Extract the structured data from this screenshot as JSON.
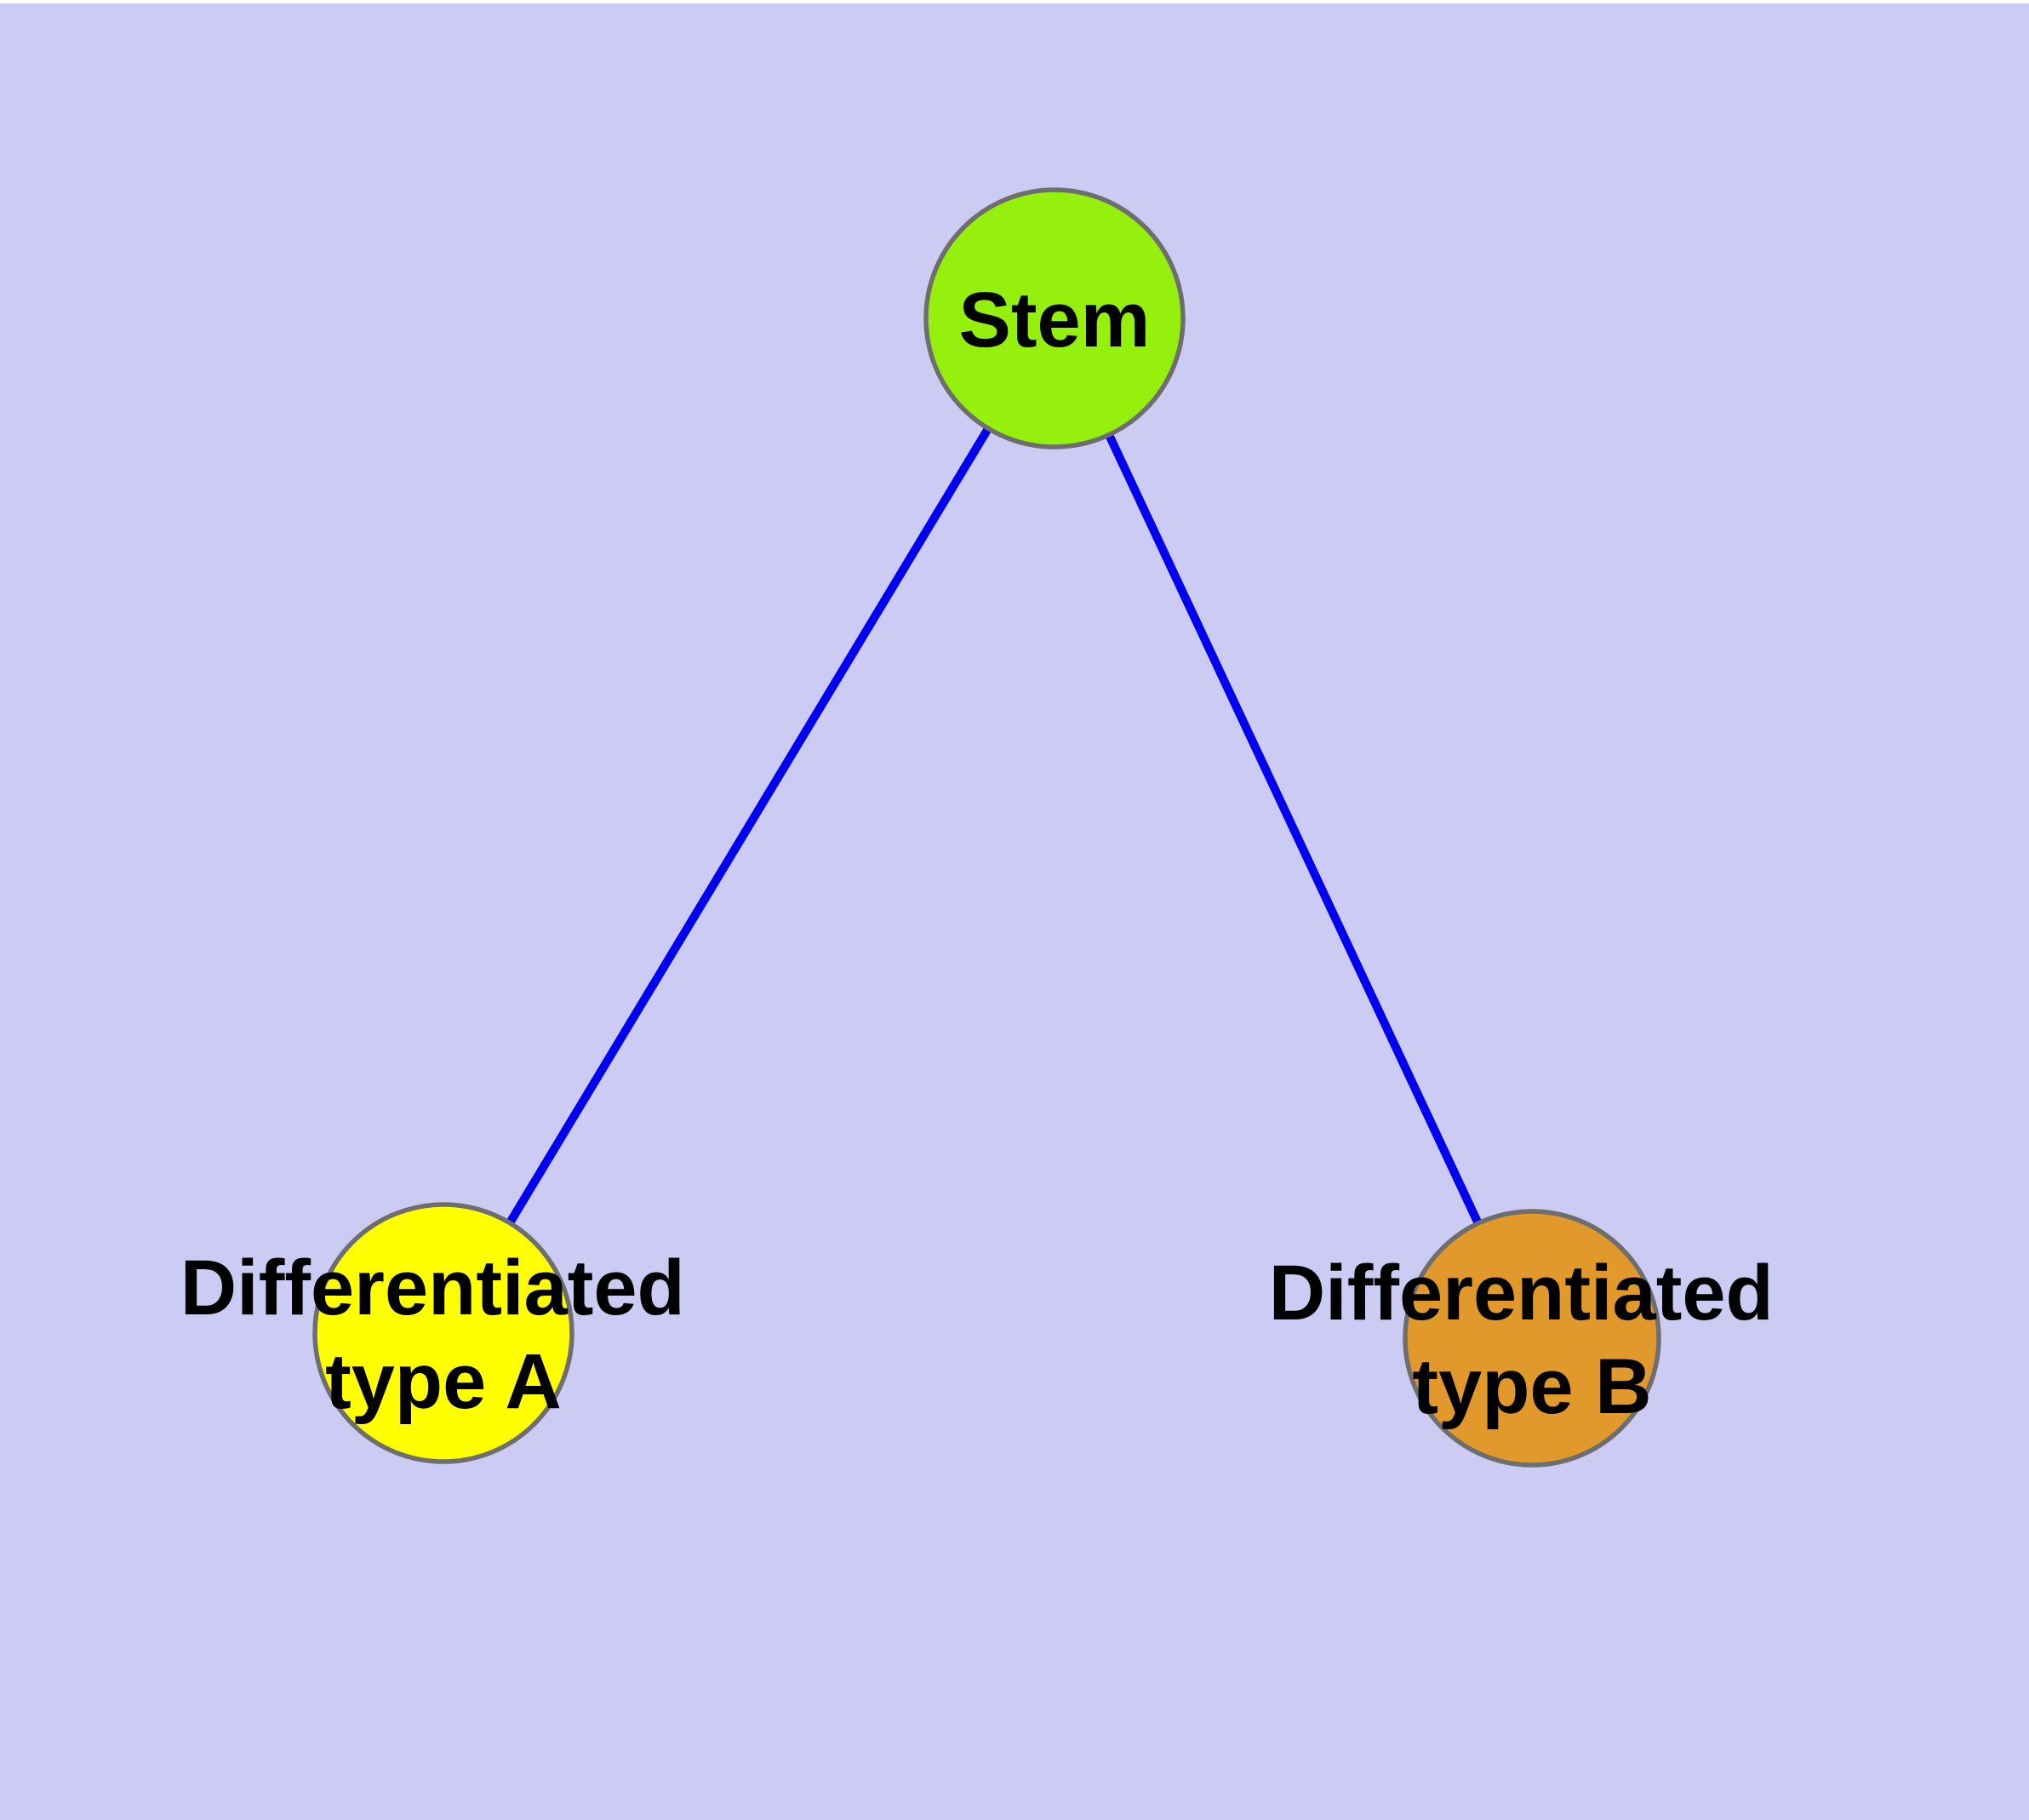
{
  "diagram": {
    "background_color": "#CBCBF3",
    "top_margin_color": "#FFFFFF",
    "edge_color": "#0000F0",
    "node_border_color": "#6E6E6E",
    "label_color": "#000000",
    "nodes": [
      {
        "id": "stem",
        "label": "Stem",
        "fill": "#94F00C"
      },
      {
        "id": "differentiated-type-a",
        "label_line1": "Differentiated",
        "label_line2": "type A",
        "fill": "#FFFF00"
      },
      {
        "id": "differentiated-type-b",
        "label_line1": "Differentiated",
        "label_line2": "type B",
        "fill": "#E2992B"
      }
    ],
    "edges": [
      {
        "from": "stem",
        "to": "differentiated-type-a",
        "color": "#0000F0"
      },
      {
        "from": "stem",
        "to": "differentiated-type-b",
        "color": "#0000F0"
      }
    ]
  }
}
